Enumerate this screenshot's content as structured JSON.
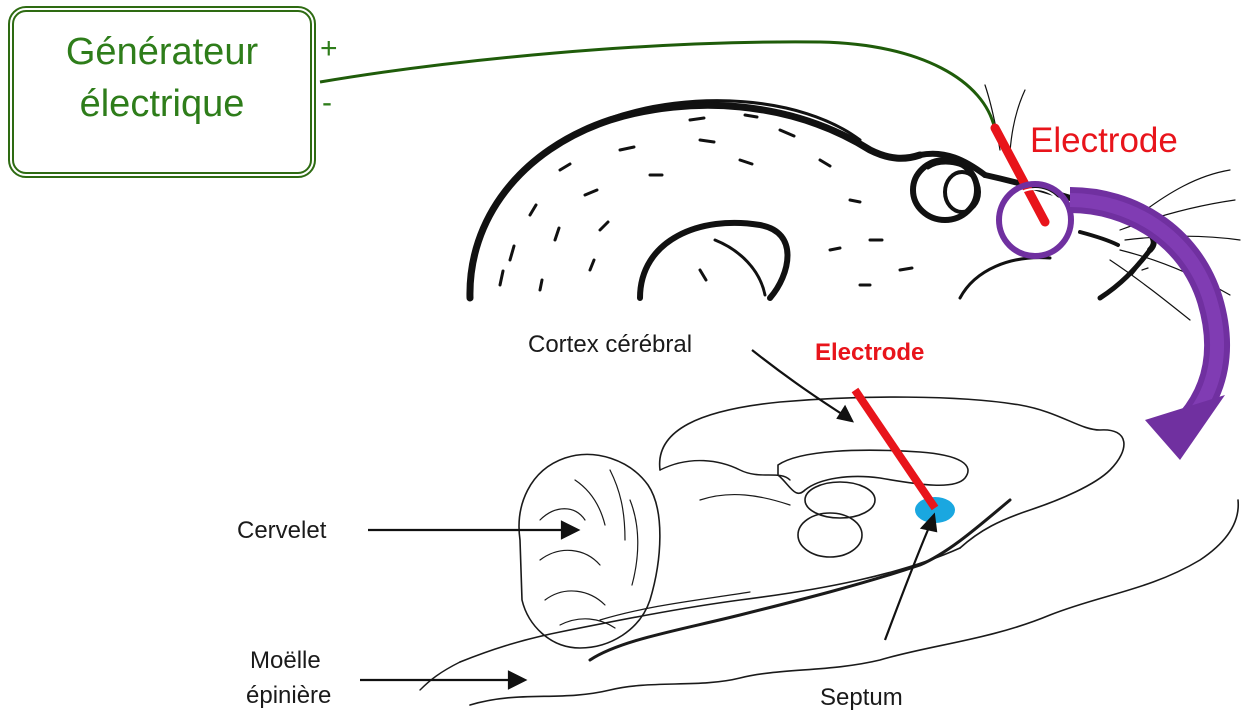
{
  "generator": {
    "line1": "Générateur",
    "line2": "électrique",
    "plus": "+",
    "minus": "-"
  },
  "electrode_top": "Electrode",
  "brain_labels": {
    "cortex": "Cortex cérébral",
    "electrode": "Electrode",
    "cervelet": "Cervelet",
    "moelle_line1": "Moëlle",
    "moelle_line2": "épinière",
    "septum": "Septum"
  },
  "colors": {
    "generator_green": "#2e7d1a",
    "wire_green": "#1f5c0a",
    "electrode_red": "#e8141b",
    "highlight_purple": "#7030a0",
    "septum_blue": "#1aa7e0"
  }
}
